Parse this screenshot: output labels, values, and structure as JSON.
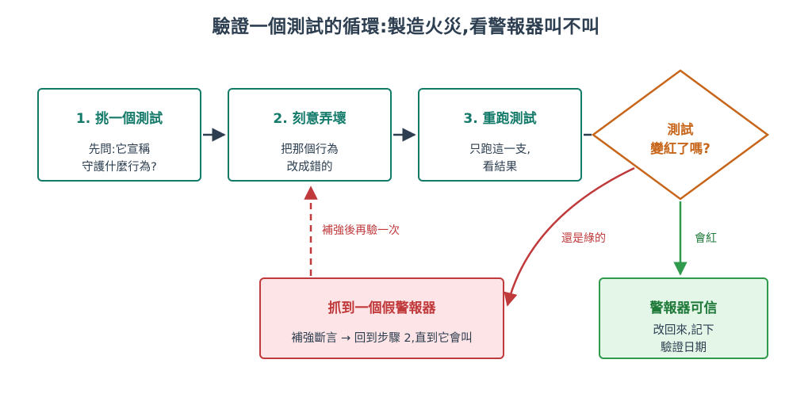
{
  "title": "驗證一個測試的循環:製造火災,看警報器叫不叫",
  "nodes": {
    "step1": {
      "title": "1. 挑一個測試",
      "line1": "先問:它宣稱",
      "line2": "守護什麼行為?"
    },
    "step2": {
      "title": "2. 刻意弄壞",
      "line1": "把那個行為",
      "line2": "改成錯的"
    },
    "step3": {
      "title": "3. 重跑測試",
      "line1": "只跑這一支,",
      "line2": "看結果"
    },
    "decision": {
      "line1": "測試",
      "line2": "變紅了嗎?"
    },
    "fake_alarm": {
      "title": "抓到一個假警報器",
      "text": "補強斷言 → 回到步驟 2,直到它會叫"
    },
    "trusted": {
      "title": "警報器可信",
      "line1": "改回來,記下",
      "line2": "驗證日期"
    }
  },
  "edges": {
    "strengthen_label": "補強後再驗一次",
    "still_green_label": "還是綠的",
    "turns_red_label": "會紅"
  },
  "colors": {
    "teal": "#147a6a",
    "orange": "#c7661a",
    "red": "#c0393b",
    "green": "#2f9a4c",
    "navy": "#2c3e50"
  }
}
